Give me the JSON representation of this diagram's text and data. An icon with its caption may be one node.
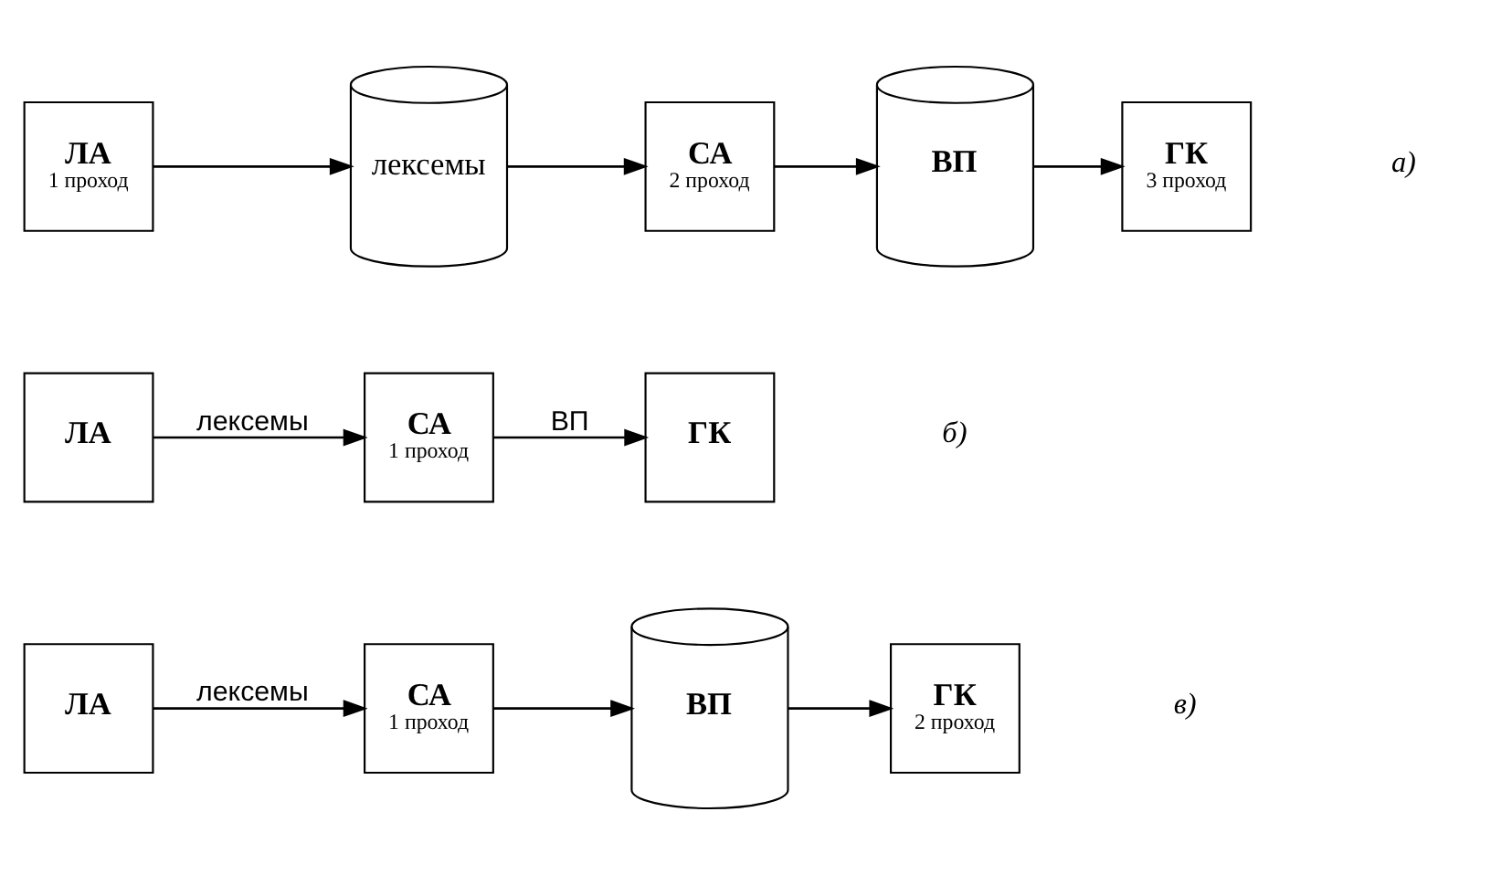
{
  "diagram": {
    "nodes": [
      {
        "text": [
          "ЛА",
          "1 проход"
        ]
      },
      {
        "text": [
          "лексемы"
        ]
      },
      {
        "text": [
          "СА",
          "2 проход"
        ]
      },
      {
        "text": [
          "ВП"
        ]
      },
      {
        "text": [
          "ГК",
          "3 проход"
        ]
      },
      {
        "text": [
          "ЛА"
        ]
      },
      {
        "text": [
          "СА",
          "1 проход"
        ]
      },
      {
        "text": [
          "ГК"
        ]
      },
      {
        "text": [
          "ЛА"
        ]
      },
      {
        "text": [
          "СА",
          "1 проход"
        ]
      },
      {
        "text": [
          "ВП"
        ]
      },
      {
        "text": [
          "ГК",
          "2 проход"
        ]
      }
    ],
    "edges": [
      {
        "from": 0,
        "to": 1,
        "arrow": "to"
      },
      {
        "from": 1,
        "to": 2,
        "arrow": "to"
      },
      {
        "from": 2,
        "to": 3,
        "arrow": "to"
      },
      {
        "from": 3,
        "to": 4,
        "arrow": "to"
      },
      {
        "from": 5,
        "to": 6,
        "arrow": "to",
        "label": "лексемы"
      },
      {
        "from": 6,
        "to": 7,
        "arrow": "to",
        "label": "ВП"
      },
      {
        "from": 8,
        "to": 9,
        "arrow": "to",
        "label": "лексемы"
      },
      {
        "from": 9,
        "to": 10,
        "arrow": "to"
      },
      {
        "from": 10,
        "to": 11,
        "arrow": "to"
      }
    ],
    "labels": [
      "а)",
      "б)",
      "в)"
    ]
  }
}
